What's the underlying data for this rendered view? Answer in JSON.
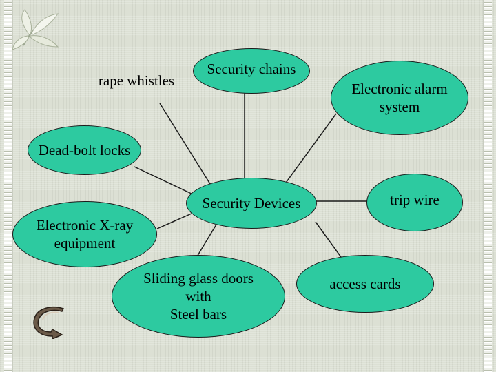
{
  "diagram": {
    "center": "Security Devices",
    "nodes": {
      "security_chains": "Security chains",
      "rape_whistles": "rape whistles",
      "electronic_alarm": "Electronic alarm\nsystem",
      "deadbolt_locks": "Dead-bolt locks",
      "trip_wire": "trip wire",
      "xray": "Electronic X-ray\nequipment",
      "sliding_doors": "Sliding glass doors\nwith\nSteel bars",
      "access_cards": "access cards"
    },
    "colors": {
      "node_fill": "#2dcaa0",
      "node_border": "#1b1b1b",
      "connector": "#1b1b1b"
    }
  },
  "icons": {
    "decoration": "lily-flower-icon",
    "navigation": "back-arrow-icon"
  }
}
